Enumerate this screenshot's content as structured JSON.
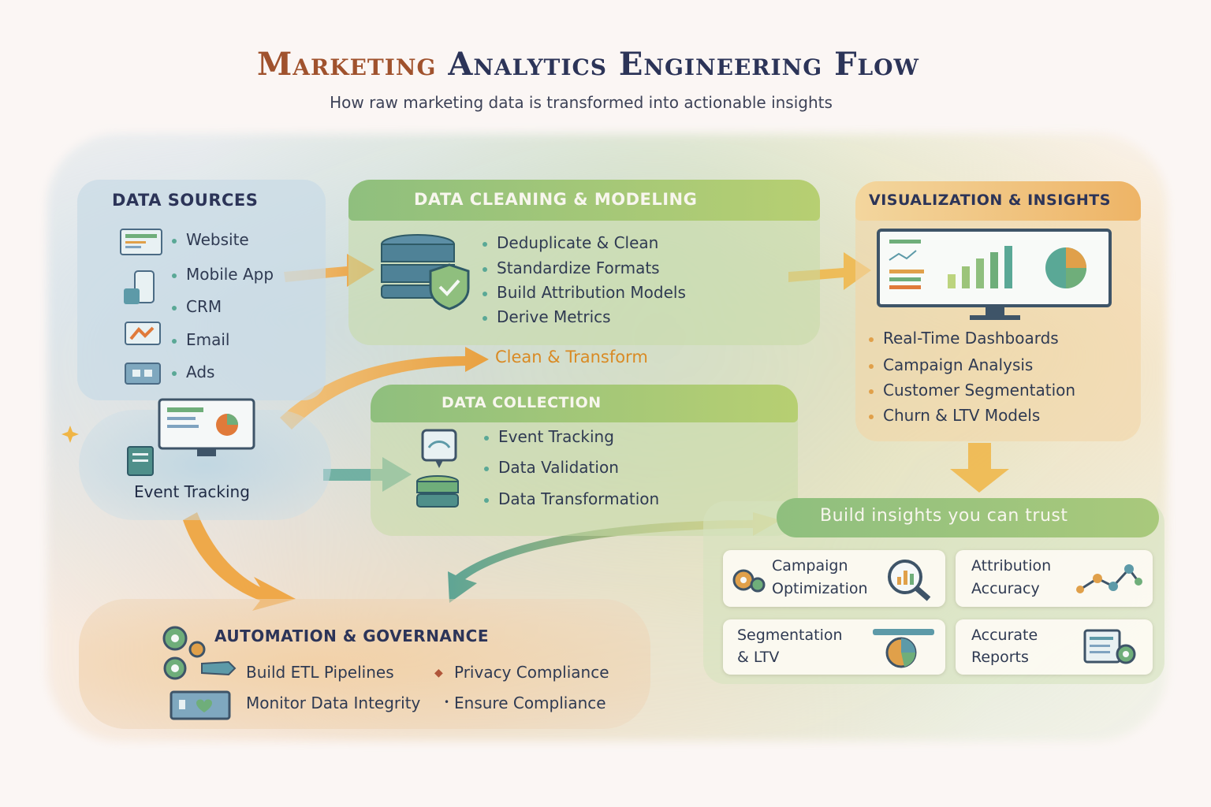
{
  "header": {
    "title_part1": "Marketing",
    "title_part2": "Analytics Engineering Flow",
    "subtitle": "How raw marketing data is transformed into actionable insights"
  },
  "data_sources": {
    "title": "DATA SOURCES",
    "items": [
      "Website",
      "Mobile App",
      "CRM",
      "Email",
      "Ads"
    ]
  },
  "event_tracking_hub": {
    "label": "Event Tracking"
  },
  "cleaning": {
    "title": "DATA CLEANING & MODELING",
    "items": [
      "Deduplicate & Clean",
      "Standardize Formats",
      "Build Attribution Models",
      "Derive Metrics"
    ]
  },
  "visualization": {
    "title": "VISUALIZATION & INSIGHTS",
    "items": [
      "Real-Time Dashboards",
      "Campaign Analysis",
      "Customer Segmentation",
      "Churn & LTV Models"
    ]
  },
  "clean_transform_label": "Clean & Transform",
  "collection": {
    "title": "DATA COLLECTION",
    "items": [
      "Event Tracking",
      "Data Validation",
      "Data Transformation"
    ]
  },
  "trust": {
    "title": "Build insights you can trust",
    "cards": [
      {
        "line1": "Campaign",
        "line2": "Optimization"
      },
      {
        "line1": "Attribution",
        "line2": "Accuracy"
      },
      {
        "line1": "Segmentation",
        "line2": "& LTV"
      },
      {
        "line1": "Accurate",
        "line2": "Reports"
      }
    ]
  },
  "automation": {
    "title": "AUTOMATION & GOVERNANCE",
    "row1_left": "Build ETL Pipelines",
    "row1_right": "Privacy Compliance",
    "row2_left": "Monitor Data Integrity",
    "row2_right": "Ensure Compliance"
  },
  "colors": {
    "blue_panel": "#c9dbe6",
    "green_panel": "#c7dba6",
    "green_head": "#a9c97c",
    "orange_panel": "#f2d6a6",
    "orange_head": "#efb96a",
    "arrow_orange": "#eea23a",
    "arrow_teal": "#5fa89a",
    "title_dark": "#2c3458",
    "title_rust": "#a0522d"
  }
}
